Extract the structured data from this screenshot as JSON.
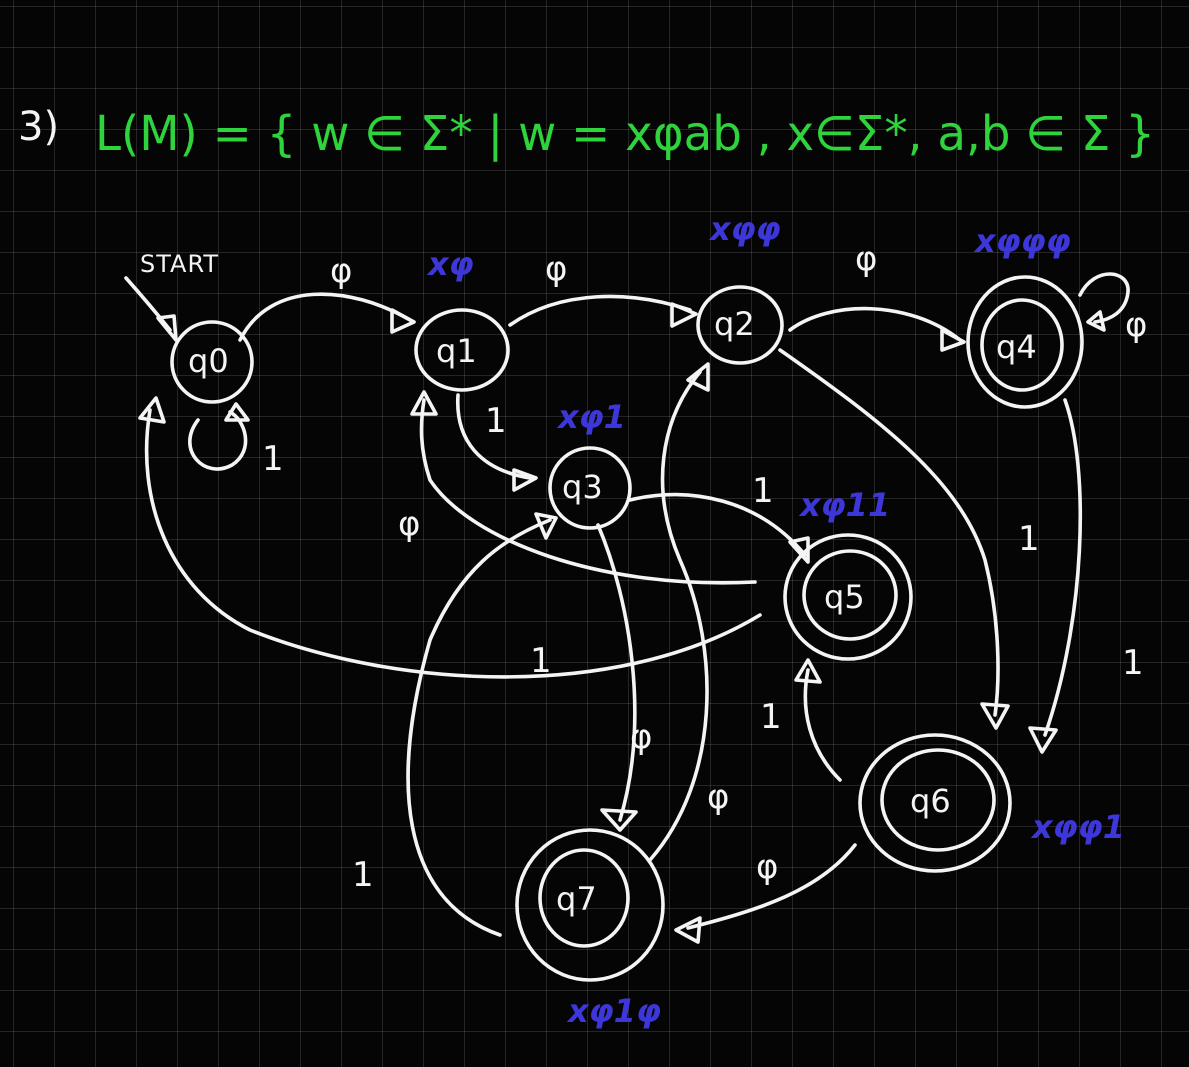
{
  "problem_number": "3)",
  "language_definition": "L(M) = { w ∈ Σ* | w = xφab , x∈Σ*, a,b ∈ Σ }",
  "start_label": "START",
  "states": [
    {
      "id": "q0",
      "label": "q0",
      "accepting": false,
      "annotation": ""
    },
    {
      "id": "q1",
      "label": "q1",
      "accepting": false,
      "annotation": "xφ"
    },
    {
      "id": "q2",
      "label": "q2",
      "accepting": false,
      "annotation": "xφφ"
    },
    {
      "id": "q3",
      "label": "q3",
      "accepting": false,
      "annotation": "xφ1"
    },
    {
      "id": "q4",
      "label": "q4",
      "accepting": true,
      "annotation": "xφφφ"
    },
    {
      "id": "q5",
      "label": "q5",
      "accepting": true,
      "annotation": "xφ11"
    },
    {
      "id": "q6",
      "label": "q6",
      "accepting": true,
      "annotation": "xφφ1"
    },
    {
      "id": "q7",
      "label": "q7",
      "accepting": true,
      "annotation": "xφ1φ"
    }
  ],
  "transitions": [
    {
      "from": "q0",
      "to": "q1",
      "symbol": "φ"
    },
    {
      "from": "q0",
      "to": "q0",
      "symbol": "1"
    },
    {
      "from": "q1",
      "to": "q2",
      "symbol": "φ"
    },
    {
      "from": "q1",
      "to": "q3",
      "symbol": "1"
    },
    {
      "from": "q2",
      "to": "q4",
      "symbol": "φ"
    },
    {
      "from": "q2",
      "to": "q6",
      "symbol": "1"
    },
    {
      "from": "q3",
      "to": "q5",
      "symbol": "1"
    },
    {
      "from": "q3",
      "to": "q7",
      "symbol": "φ"
    },
    {
      "from": "q4",
      "to": "q4",
      "symbol": "φ"
    },
    {
      "from": "q4",
      "to": "q6",
      "symbol": "1"
    },
    {
      "from": "q5",
      "to": "q1",
      "symbol": "φ"
    },
    {
      "from": "q5",
      "to": "q0",
      "symbol": "1"
    },
    {
      "from": "q6",
      "to": "q5",
      "symbol": "1"
    },
    {
      "from": "q6",
      "to": "q7",
      "symbol": "φ"
    },
    {
      "from": "q7",
      "to": "q2",
      "symbol": "φ"
    },
    {
      "from": "q7",
      "to": "q3",
      "symbol": "1"
    }
  ]
}
